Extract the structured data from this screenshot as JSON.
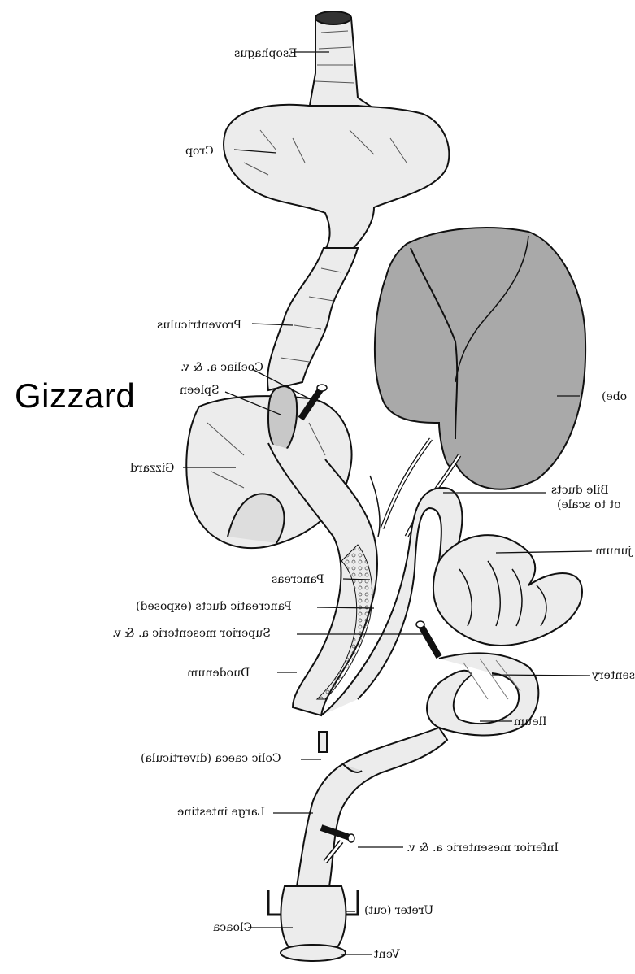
{
  "overlay_label": "Gizzard",
  "labels": {
    "esophagus": "Esophagus",
    "crop": "Crop",
    "proventriculus": "Proventriculus",
    "coeliac": "Coeliac a. & v.",
    "spleen": "Spleen",
    "gizzard": "Gizzard",
    "liver_lobe": "obe)",
    "bile_ducts_1": "Bile ducts",
    "bile_ducts_2": "ot to scale)",
    "jejunum": "junum",
    "pancreas": "Pancreas",
    "pancreatic_ducts": "Pancreatic ducts (exposed)",
    "superior_mesenteric": "Superior mesenteric a. & v.",
    "duodenum": "Duodenum",
    "mesentery": "sentery",
    "ileum": "Ileum",
    "colic_caeca": "Colic caeca (diverticula)",
    "large_intestine": "Large intestine",
    "inferior_mesenteric": "Inferior mesenteric a. & v.",
    "ureter": "Ureter (cut)",
    "cloaca": "Cloaca",
    "vent": "Vent"
  },
  "colors": {
    "liver_fill": "#a9a9a9",
    "organ_fill": "#ececec",
    "spleen_fill": "#c8c8c8",
    "line": "#111111",
    "background": "#ffffff"
  }
}
